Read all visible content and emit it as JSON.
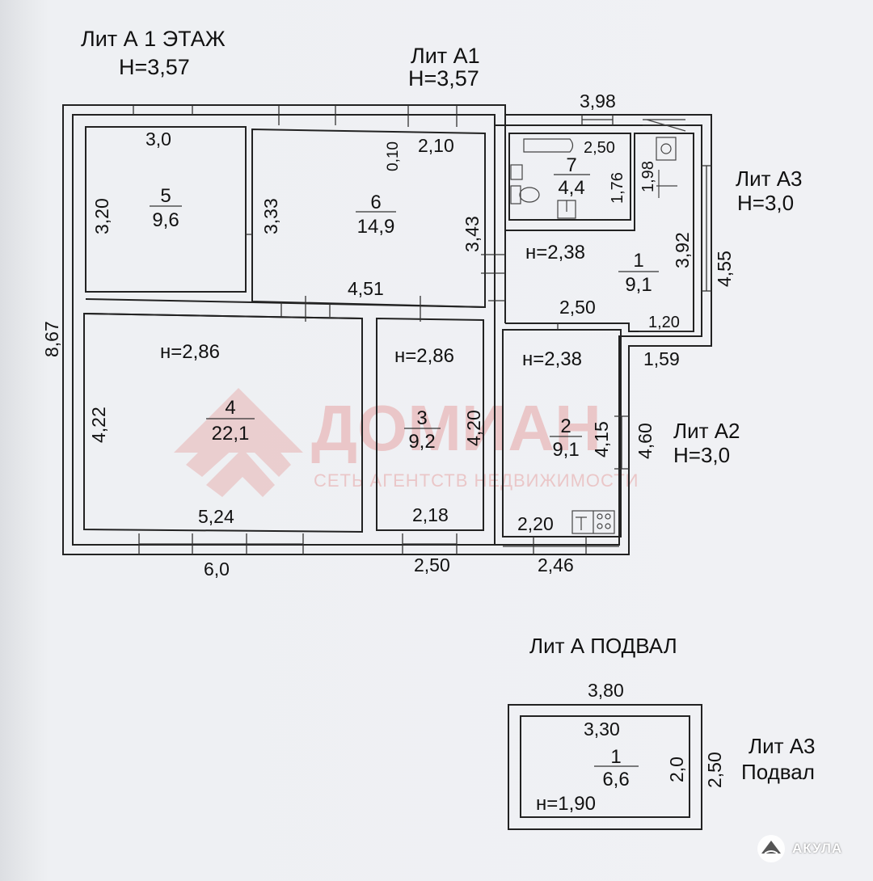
{
  "headings": {
    "lit_a": "Лит А 1 ЭТАЖ",
    "lit_a_h": "Н=3,57",
    "lit_a1": "Лит А1",
    "lit_a1_h": "Н=3,57",
    "lit_a3": "Лит А3",
    "lit_a3_h": "Н=3,0",
    "lit_a2": "Лит А2",
    "lit_a2_h": "Н=3,0",
    "basement": "Лит А ПОДВАЛ",
    "lit_a3_bsmt": "Лит А3",
    "lit_a3_bsmt_sub": "Подвал"
  },
  "rooms": {
    "r5_num": "5",
    "r5_area": "9,6",
    "r6_num": "6",
    "r6_area": "14,9",
    "r7_num": "7",
    "r7_area": "4,4",
    "r1_num": "1",
    "r1_area": "9,1",
    "r1_h": "н=2,38",
    "r4_num": "4",
    "r4_area": "22,1",
    "r4_h": "н=2,86",
    "r3_num": "3",
    "r3_area": "9,2",
    "r3_h": "н=2,86",
    "r2_num": "2",
    "r2_area": "9,1",
    "r2_h": "н=2,38",
    "b1_num": "1",
    "b1_area": "6,6",
    "b1_h": "н=1,90"
  },
  "dims": {
    "d_3_0": "3,0",
    "d_3_20": "3,20",
    "d_3_33": "3,33",
    "d_0_10": "0,10",
    "d_2_10": "2,10",
    "d_3_43": "3,43",
    "d_4_51": "4,51",
    "d_3_98": "3,98",
    "d_2_50_top": "2,50",
    "d_1_76": "1,76",
    "d_1_98": "1,98",
    "d_3_92": "3,92",
    "d_4_55": "4,55",
    "d_2_50_mid": "2,50",
    "d_1_20": "1,20",
    "d_1_59": "1,59",
    "d_8_67": "8,67",
    "d_4_22": "4,22",
    "d_5_24": "5,24",
    "d_6_0": "6,0",
    "d_4_20": "4,20",
    "d_2_18": "2,18",
    "d_2_50_bot": "2,50",
    "d_4_15": "4,15",
    "d_4_60": "4,60",
    "d_2_20": "2,20",
    "d_2_46": "2,46",
    "b_3_80": "3,80",
    "b_3_30": "3,30",
    "b_2_0": "2,0",
    "b_2_50": "2,50"
  },
  "watermark": {
    "name": "ДОМИАН",
    "tagline": "СЕТЬ АГЕНТСТВ НЕДВИЖИМОСТИ"
  },
  "brand": {
    "name": "АКУЛА"
  },
  "colors": {
    "watermark": "#e7a5a5",
    "wall": "#222222",
    "paper": "#eef0f3"
  }
}
